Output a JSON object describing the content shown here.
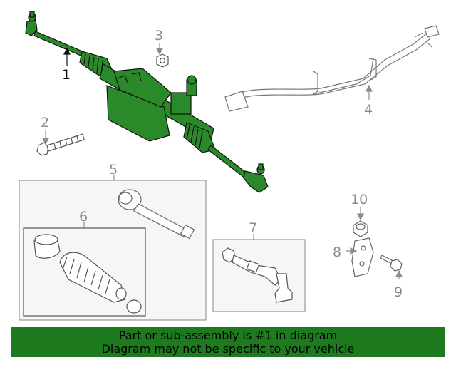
{
  "callouts": {
    "c1": "1",
    "c2": "2",
    "c3": "3",
    "c4": "4",
    "c5": "5",
    "c6": "6",
    "c7": "7",
    "c8": "8",
    "c9": "9",
    "c10": "10"
  },
  "banner": {
    "line1": "Part or sub-assembly is #1 in diagram",
    "line2": "Diagram may not be specific to your vehicle"
  },
  "colors": {
    "highlight": "#2a8a2a",
    "banner_bg": "#1e7a1e",
    "line_gray": "#8c8c8c"
  }
}
